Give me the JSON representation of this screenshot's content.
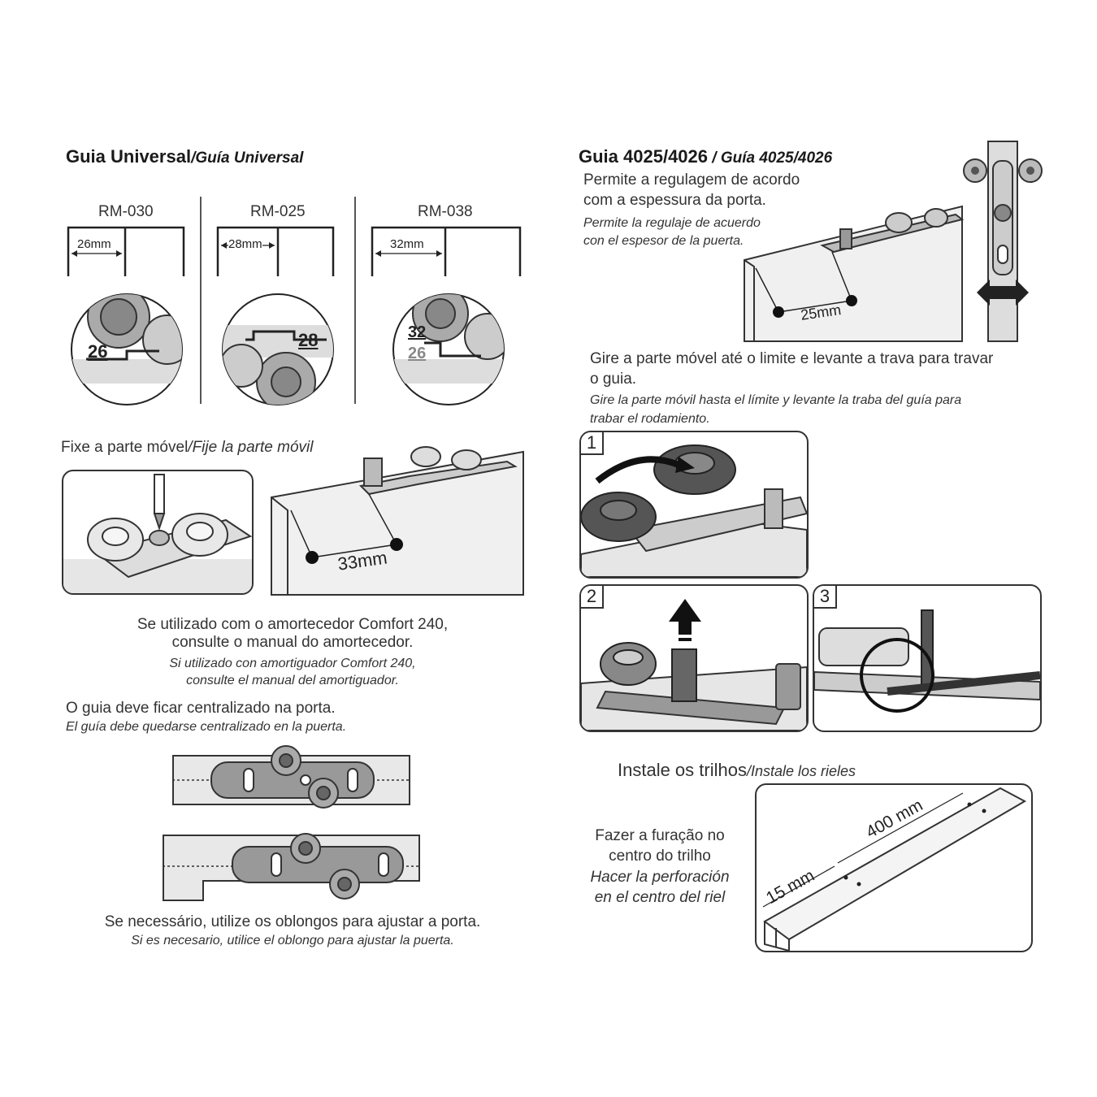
{
  "left": {
    "title_pt": "Guia Universal",
    "title_es": "/Guía Universal",
    "models": [
      {
        "name": "RM-030",
        "width": "26mm",
        "mark": "26"
      },
      {
        "name": "RM-025",
        "width": "28mm",
        "mark": "28"
      },
      {
        "name": "RM-038",
        "width": "32mm",
        "mark_top": "32",
        "mark_bottom": "26"
      }
    ],
    "fix_pt": "Fixe a parte móvel",
    "fix_es": "/Fije la parte móvil",
    "dim_33": "33mm",
    "comfort_pt_1": "Se utilizado com o amortecedor Comfort 240,",
    "comfort_pt_2": "consulte o manual do amortecedor.",
    "comfort_es_1": "Si utilizado con amortiguador Comfort 240,",
    "comfort_es_2": "consulte el manual del amortiguador.",
    "center_pt": "O guia deve ficar centralizado na porta.",
    "center_es": "El guía debe quedarse centralizado en la puerta.",
    "oblong_pt": "Se necessário, utilize os oblongos para ajustar a porta.",
    "oblong_es": "Si es necesario, utilice el oblongo para ajustar la puerta."
  },
  "right": {
    "title_pt": "Guia 4025/4026",
    "title_es": " / Guía 4025/4026",
    "adjust_pt_1": "Permite a regulagem de acordo",
    "adjust_pt_2": "com a espessura da porta.",
    "adjust_es_1": "Permite la regulaje de acuerdo",
    "adjust_es_2": "con el espesor de la puerta.",
    "dim_25": "25mm",
    "rotate_pt_1": "Gire a parte móvel até o limite e levante a trava para travar",
    "rotate_pt_2": "o guia.",
    "rotate_es_1": "Gire la parte móvil hasta el límite y levante la traba del guía para",
    "rotate_es_2": "trabar el rodamiento.",
    "steps": [
      "1",
      "2",
      "3"
    ],
    "rails_pt": "Instale os trilhos",
    "rails_es": "/Instale los rieles",
    "drill_pt_1": "Fazer a furação no",
    "drill_pt_2": "centro do trilho",
    "drill_es_1": "Hacer la perforación",
    "drill_es_2": "en el centro del riel",
    "dim_400": "400 mm",
    "dim_15": "15 mm"
  }
}
